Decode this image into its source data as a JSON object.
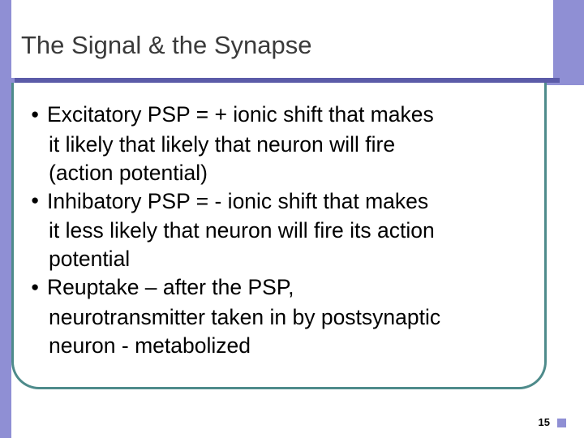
{
  "slide": {
    "title": "The Signal & the Synapse",
    "page_number": "15",
    "bullet_marker": "●",
    "bullets": [
      {
        "lines": [
          "Excitatory PSP = + ionic shift that makes",
          "it likely that likely that neuron will fire",
          "(action potential)"
        ]
      },
      {
        "lines": [
          "Inhibatory PSP = - ionic shift that makes",
          "it less likely that neuron will fire its action",
          "potential"
        ]
      },
      {
        "lines": [
          "Reuptake – after the PSP,",
          "neurotransmitter taken in by postsynaptic",
          "neuron - metabolized"
        ]
      }
    ]
  },
  "colors": {
    "band": "#8f8fd4",
    "rule": "#5b5ba8",
    "frame": "#4e8b8b",
    "title_text": "#3a3a3a",
    "body_text": "#000000"
  }
}
